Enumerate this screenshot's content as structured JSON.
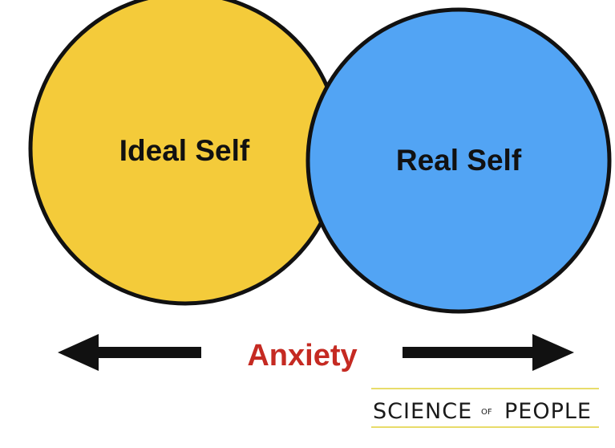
{
  "diagram": {
    "left_circle": {
      "label": "Ideal Self",
      "color": "#f4cb3a"
    },
    "right_circle": {
      "label": "Real Self",
      "color": "#52a4f4"
    },
    "tension_label": "Anxiety",
    "tension_color": "#c52a22",
    "stroke_color": "#111111"
  },
  "logo": {
    "part1": "SCIENCE",
    "part2": "OF",
    "part3": "PEOPLE",
    "rule_color": "#e8dc6a"
  }
}
